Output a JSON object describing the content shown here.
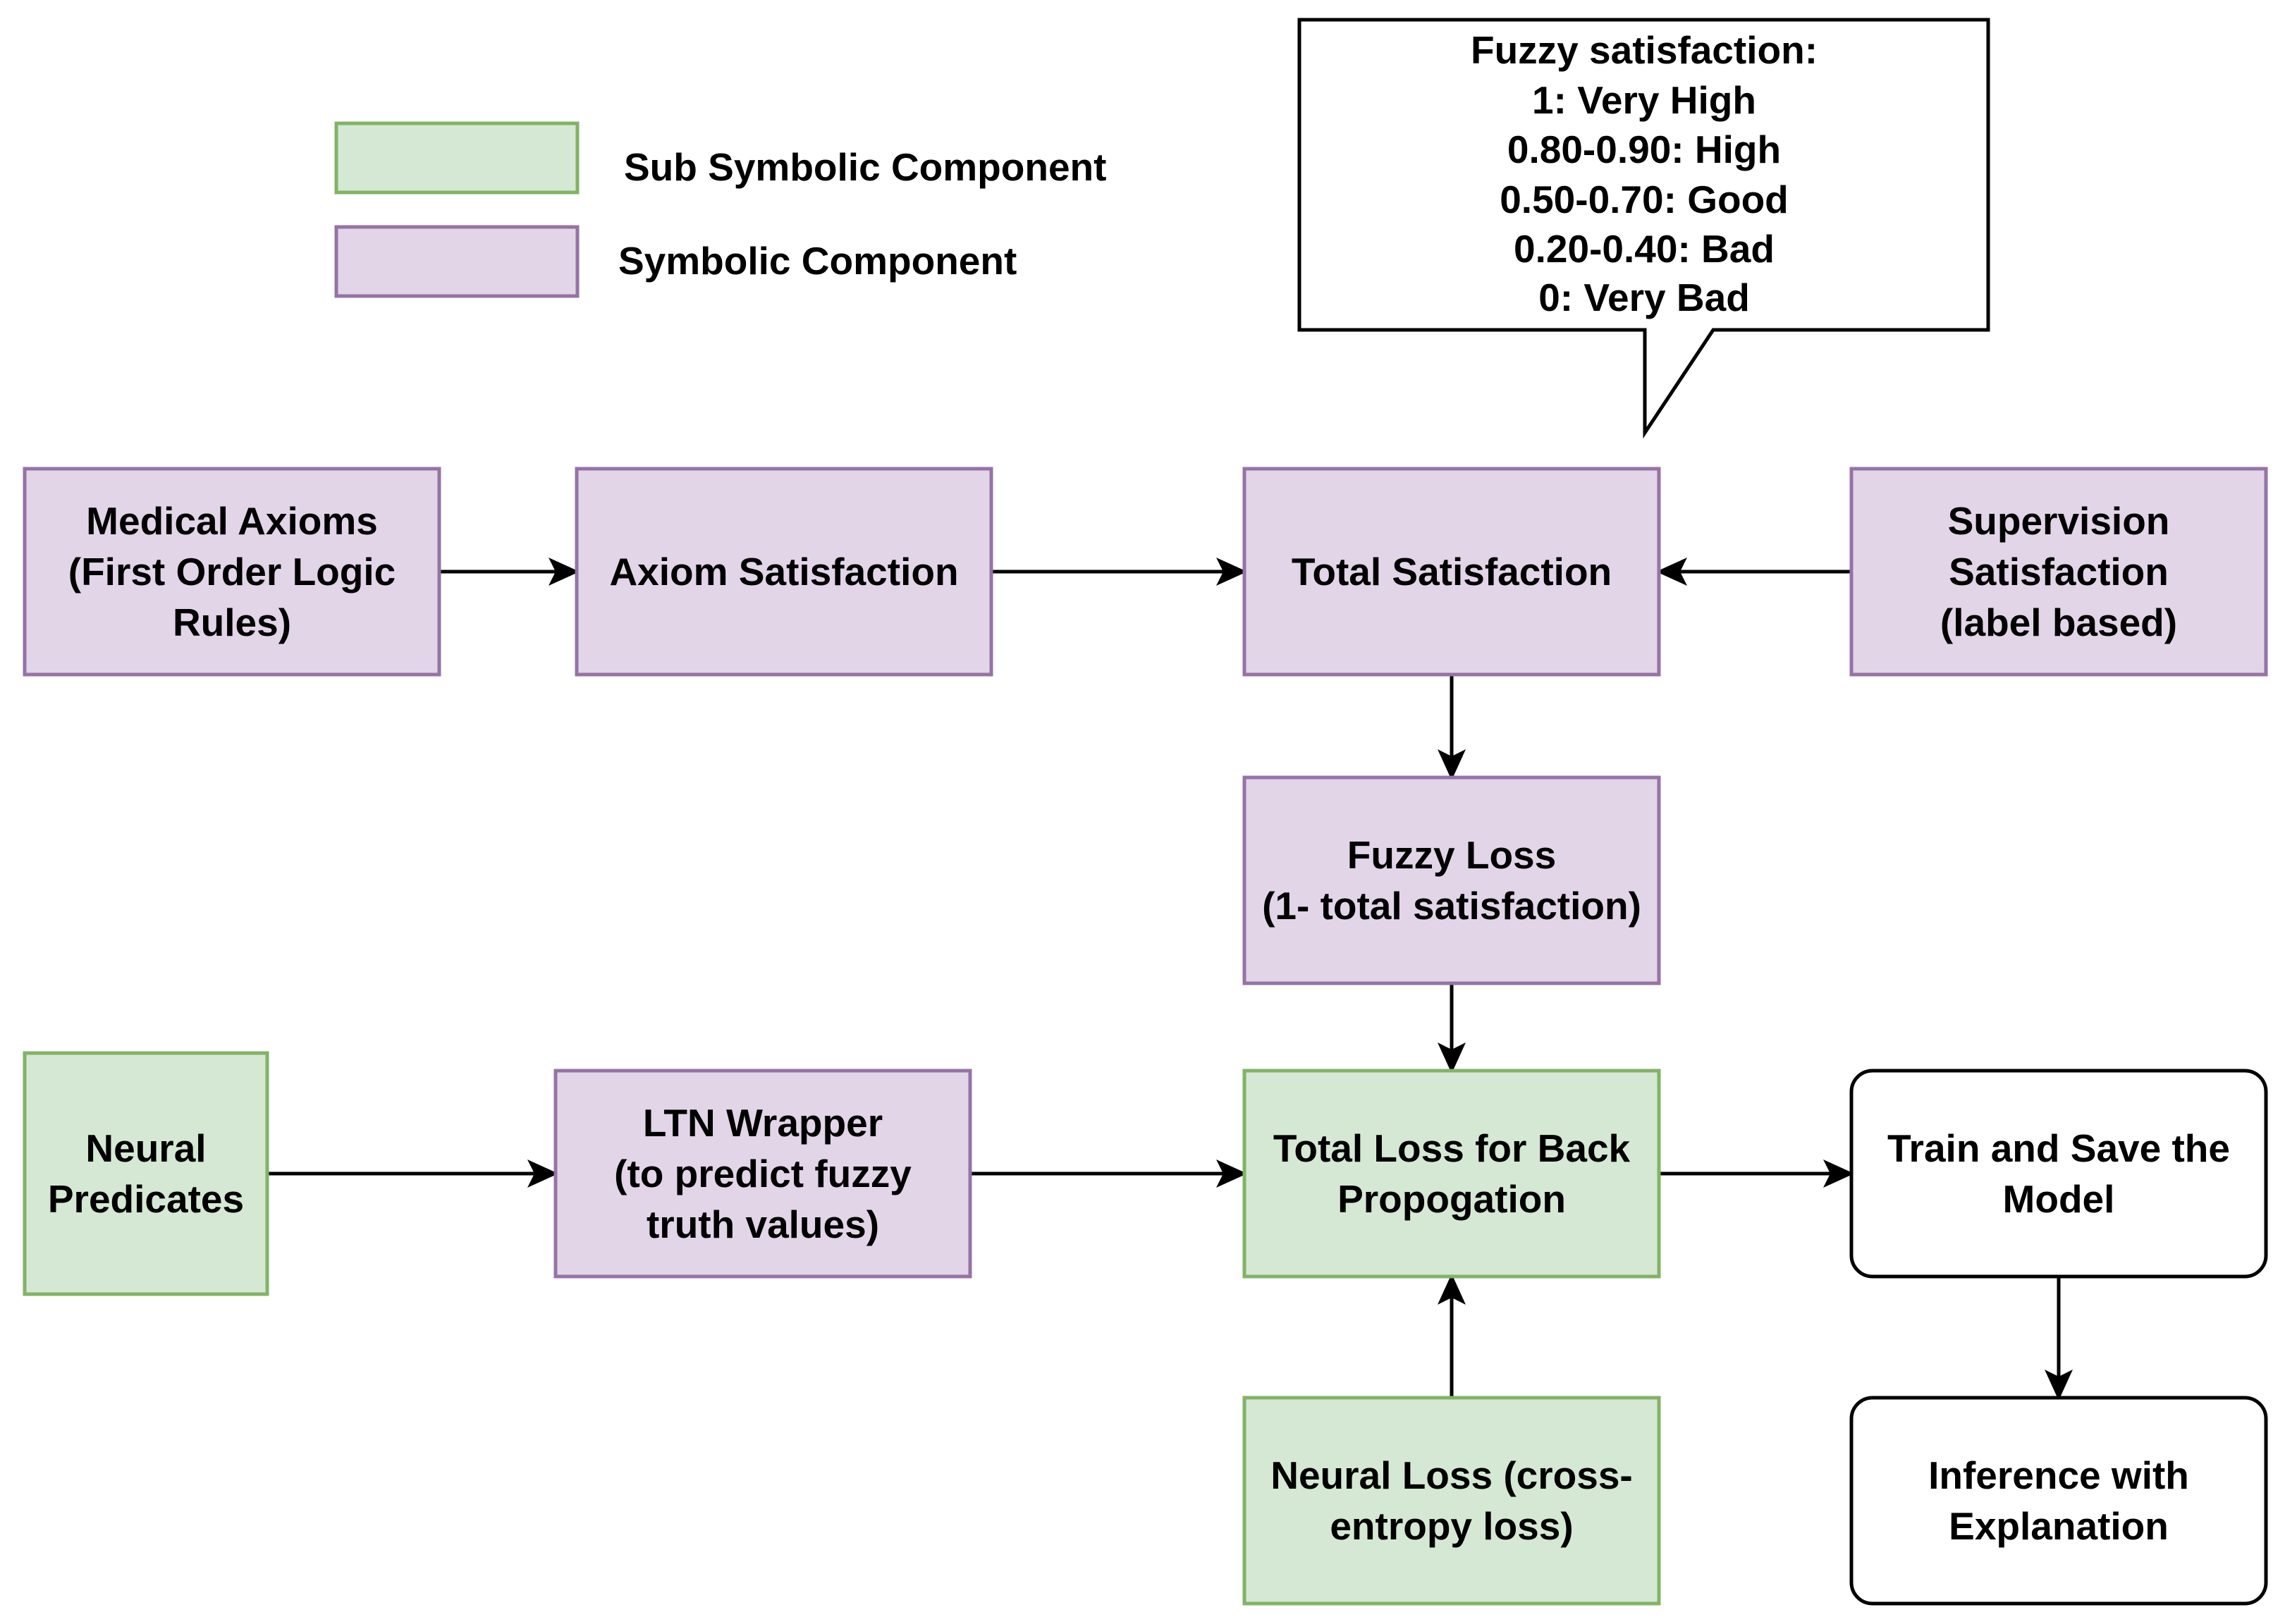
{
  "colors": {
    "sub_symbolic_fill": "#d5e8d4",
    "sub_symbolic_stroke": "#82b366",
    "symbolic_fill": "#e1d5e7",
    "symbolic_stroke": "#9673a6",
    "plain_fill": "#ffffff",
    "plain_stroke": "#000000"
  },
  "legend": {
    "sub_symbolic_label": "Sub Symbolic Component",
    "symbolic_label": "Symbolic Component"
  },
  "callout": {
    "lines": [
      "Fuzzy satisfaction:",
      "1: Very High",
      "0.80-0.90: High",
      "0.50-0.70: Good",
      "0.20-0.40: Bad",
      "0: Very Bad"
    ]
  },
  "nodes": {
    "medical_axioms": {
      "kind": "symbolic",
      "lines": [
        "Medical Axioms",
        "(First Order Logic",
        "Rules)"
      ]
    },
    "axiom_satisfaction": {
      "kind": "symbolic",
      "lines": [
        "Axiom Satisfaction"
      ]
    },
    "total_satisfaction": {
      "kind": "symbolic",
      "lines": [
        "Total Satisfaction"
      ]
    },
    "supervision_satisfaction": {
      "kind": "symbolic",
      "lines": [
        "Supervision",
        "Satisfaction",
        "(label based)"
      ]
    },
    "fuzzy_loss": {
      "kind": "symbolic",
      "lines": [
        "Fuzzy Loss",
        "(1- total satisfaction)"
      ]
    },
    "neural_predicates": {
      "kind": "sub_symbolic",
      "lines": [
        "Neural",
        "Predicates"
      ]
    },
    "ltn_wrapper": {
      "kind": "symbolic",
      "lines": [
        "LTN Wrapper",
        "(to predict fuzzy",
        "truth values)"
      ]
    },
    "total_loss": {
      "kind": "sub_symbolic",
      "lines": [
        "Total Loss for Back",
        "Propogation"
      ]
    },
    "train_save": {
      "kind": "plain",
      "lines": [
        "Train and Save the",
        "Model"
      ]
    },
    "neural_loss": {
      "kind": "sub_symbolic",
      "lines": [
        "Neural Loss (cross-",
        "entropy loss)"
      ]
    },
    "inference": {
      "kind": "plain",
      "lines": [
        "Inference with",
        "Explanation"
      ]
    }
  },
  "edges": [
    {
      "from": "medical_axioms",
      "to": "axiom_satisfaction"
    },
    {
      "from": "axiom_satisfaction",
      "to": "total_satisfaction"
    },
    {
      "from": "supervision_satisfaction",
      "to": "total_satisfaction"
    },
    {
      "from": "total_satisfaction",
      "to": "fuzzy_loss"
    },
    {
      "from": "fuzzy_loss",
      "to": "total_loss"
    },
    {
      "from": "neural_predicates",
      "to": "ltn_wrapper"
    },
    {
      "from": "ltn_wrapper",
      "to": "total_loss"
    },
    {
      "from": "neural_loss",
      "to": "total_loss"
    },
    {
      "from": "total_loss",
      "to": "train_save"
    },
    {
      "from": "train_save",
      "to": "inference"
    }
  ]
}
